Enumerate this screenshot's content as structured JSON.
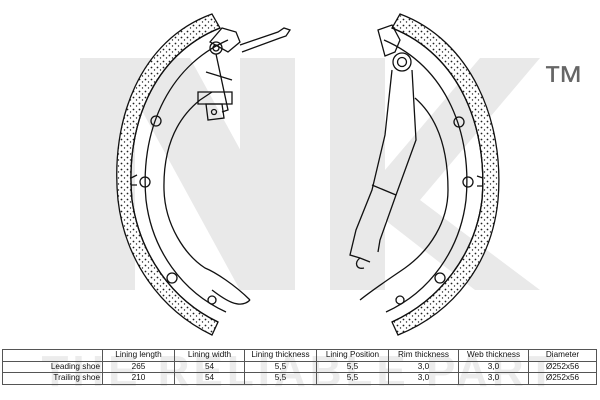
{
  "watermark": {
    "brand": "NK",
    "trademark": "™",
    "slogan": "THE RELIABLE PART"
  },
  "table": {
    "columns": [
      "",
      "Lining length",
      "Lining width",
      "Lining thickness",
      "Lining Position",
      "Rim thickness",
      "Web thickness",
      "Diameter"
    ],
    "rows": [
      {
        "label": "Leading shoe",
        "values": [
          "265",
          "54",
          "5,5",
          "5,5",
          "3,0",
          "3,0",
          "Ø252x56"
        ]
      },
      {
        "label": "Trailing shoe",
        "values": [
          "210",
          "54",
          "5,5",
          "5,5",
          "3,0",
          "3,0",
          "Ø252x56"
        ]
      }
    ]
  },
  "colors": {
    "line": "#111111",
    "watermark": "#e6e6e6"
  }
}
